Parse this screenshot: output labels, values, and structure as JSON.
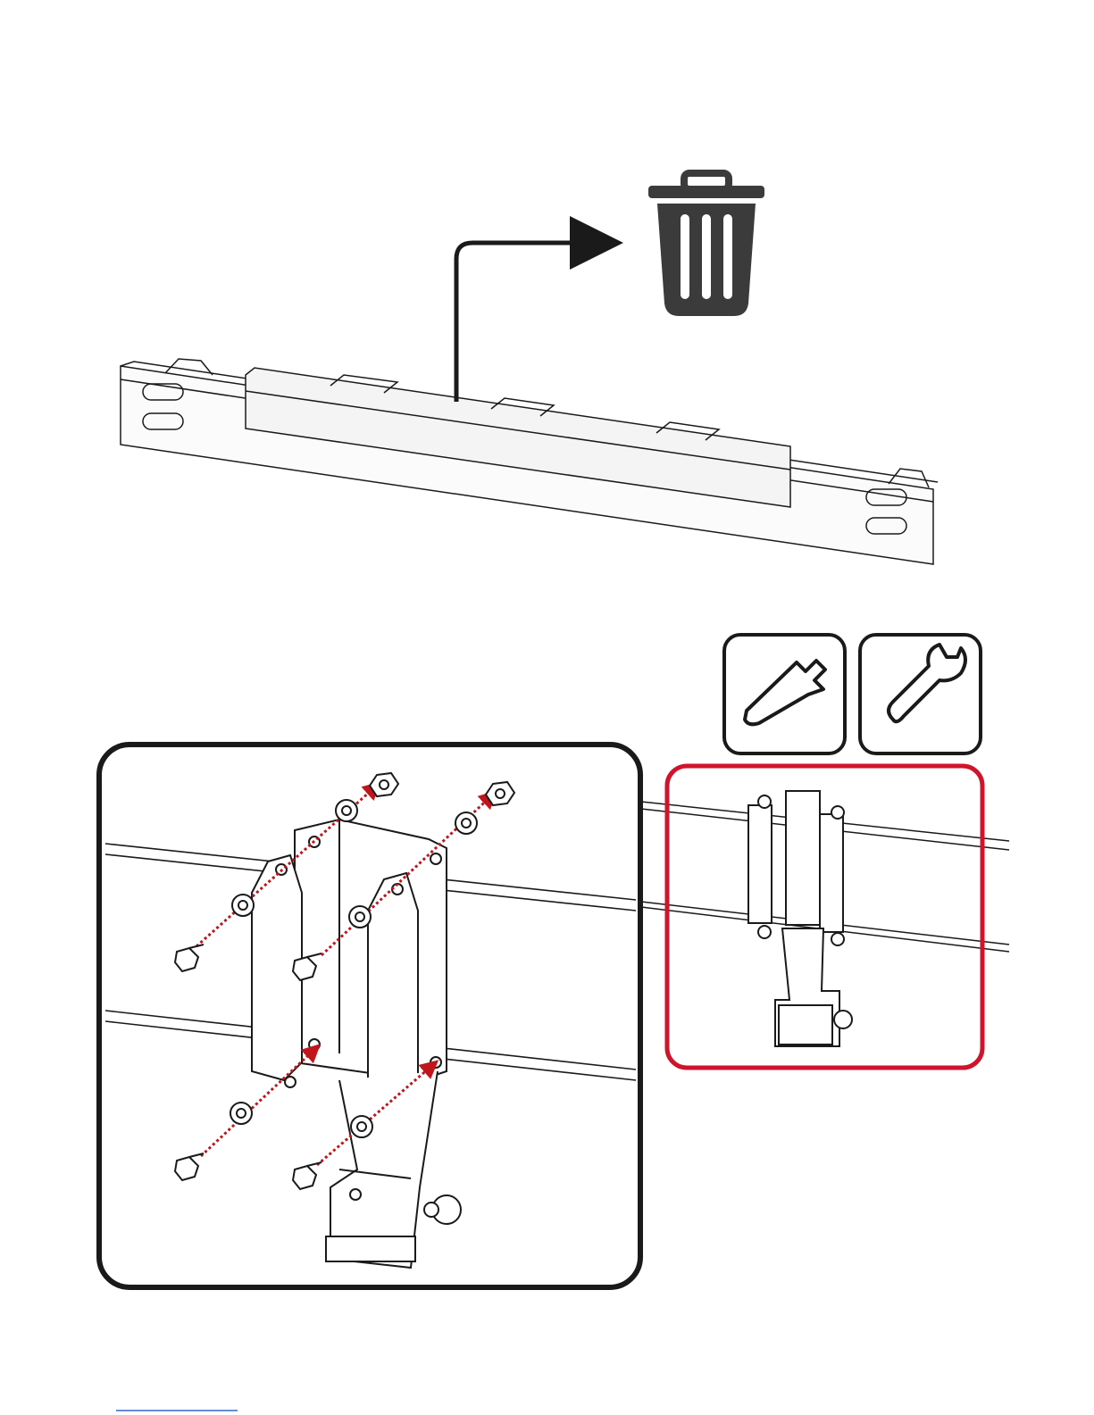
{
  "illustration": {
    "discard_icon": "trash-can-icon",
    "tool_icons": [
      "ratchet-wrench-icon",
      "open-end-wrench-icon"
    ],
    "colors": {
      "line": "#1a1a1a",
      "icon_fill": "#3b3b3b",
      "highlight_frame": "#d0142b",
      "fastener_path": "#c0151c",
      "background": "#ffffff"
    },
    "fasteners": {
      "bolts": 4,
      "washers": 8,
      "nuts": 2
    }
  },
  "footer": {
    "link_text": ""
  }
}
